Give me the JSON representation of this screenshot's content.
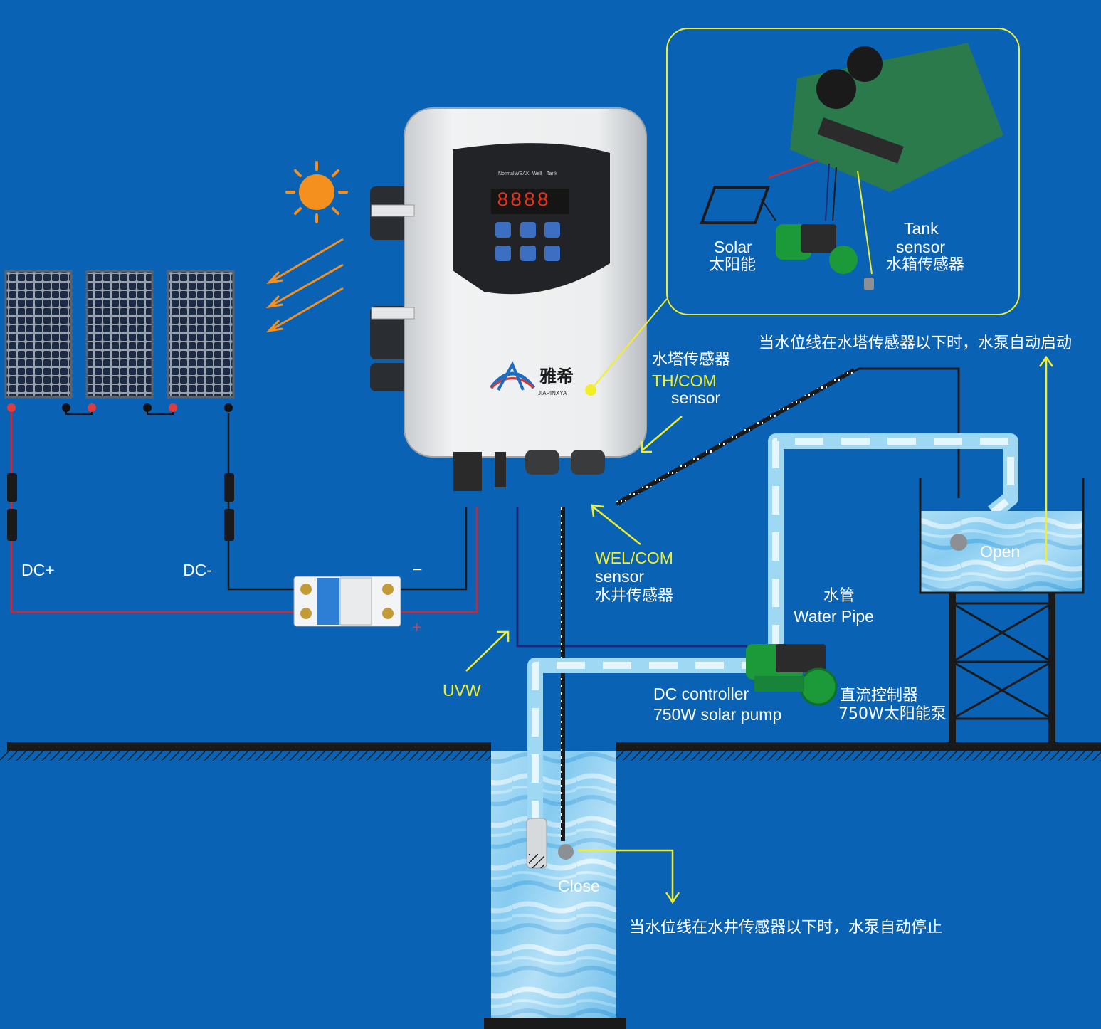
{
  "controller": {
    "brand_cn": "雅希",
    "brand_en": "JIAPINXYA",
    "panel_labels": [
      "Normal",
      "WEAK",
      "Well",
      "Tank"
    ],
    "display": "8888"
  },
  "inset": {
    "solar_en": "Solar",
    "solar_cn": "太阳能",
    "tank_en_1": "Tank",
    "tank_en_2": "sensor",
    "tank_cn": "水箱传感器"
  },
  "labels": {
    "tower_sensor_cn": "水塔传感器",
    "th_com": "TH/COM",
    "th_sensor": "sensor",
    "top_note": "当水位线在水塔传感器以下时，水泵自动启动",
    "dc_plus": "DC+",
    "dc_minus": "DC-",
    "breaker_minus": "−",
    "breaker_plus": "+",
    "wel_com": "WEL/COM",
    "wel_sensor": "sensor",
    "well_sensor_cn": "水井传感器",
    "pipe_cn": "水管",
    "pipe_en": "Water Pipe",
    "uvw": "UVW",
    "pump_en_1": "DC controller",
    "pump_en_2": "750W solar pump",
    "pump_cn_1": "直流控制器",
    "pump_cn_2": "750W太阳能泵",
    "open": "Open",
    "close": "Close",
    "bottom_note": "当水位线在水井传感器以下时，水泵自动停止"
  },
  "colors": {
    "background": "#0a62b4",
    "label_white": "#ffffff",
    "label_yellow": "#f2ee2a",
    "sun": "#f5901e",
    "wire_red": "#d8232a",
    "wire_black": "#1a1a1a",
    "wire_navy": "#1d2a7a",
    "water_light": "#bfe6f7",
    "water_mid": "#5cb6e6",
    "pump_green": "#1c9a3a"
  }
}
